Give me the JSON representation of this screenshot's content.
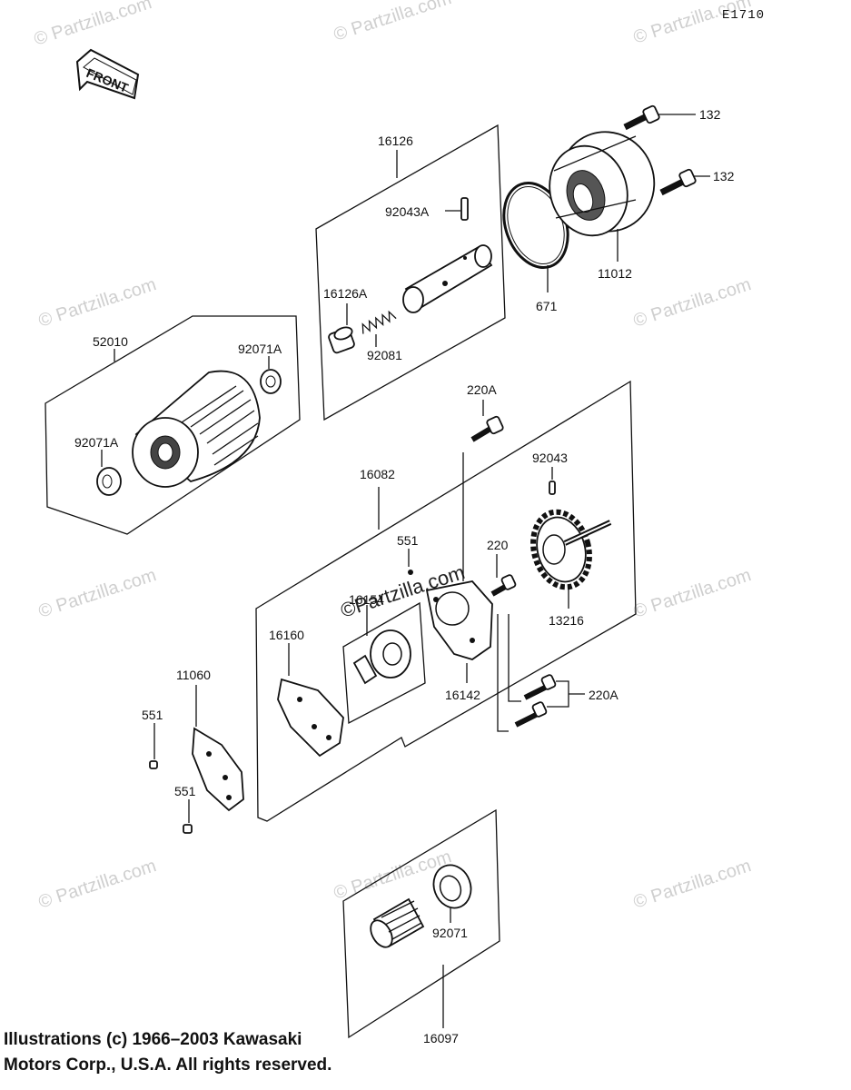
{
  "diagram_code": "E1710",
  "front_label": "FRONT",
  "watermark": "© Partzilla.com",
  "watermark_center": "©Partzilla.com",
  "parts": {
    "p132a": "132",
    "p132b": "132",
    "p16126": "16126",
    "p92043A": "92043A",
    "p16126A": "16126A",
    "p92081": "92081",
    "p671": "671",
    "p11012": "11012",
    "p52010": "52010",
    "p92071A_r": "92071A",
    "p92071A_l": "92071A",
    "p220A_top": "220A",
    "p92043": "92043",
    "p16082": "16082",
    "p551_top": "551",
    "p220": "220",
    "p16154": "16154",
    "p16160": "16160",
    "p13216": "13216",
    "p16142": "16142",
    "p220A_bottom": "220A",
    "p11060": "11060",
    "p551_mid": "551",
    "p551_low": "551",
    "p92071": "92071",
    "p16097": "16097"
  },
  "copyright_line1": "Illustrations (c) 1966–2003 Kawasaki",
  "copyright_line2": "Motors Corp., U.S.A.  All rights reserved."
}
